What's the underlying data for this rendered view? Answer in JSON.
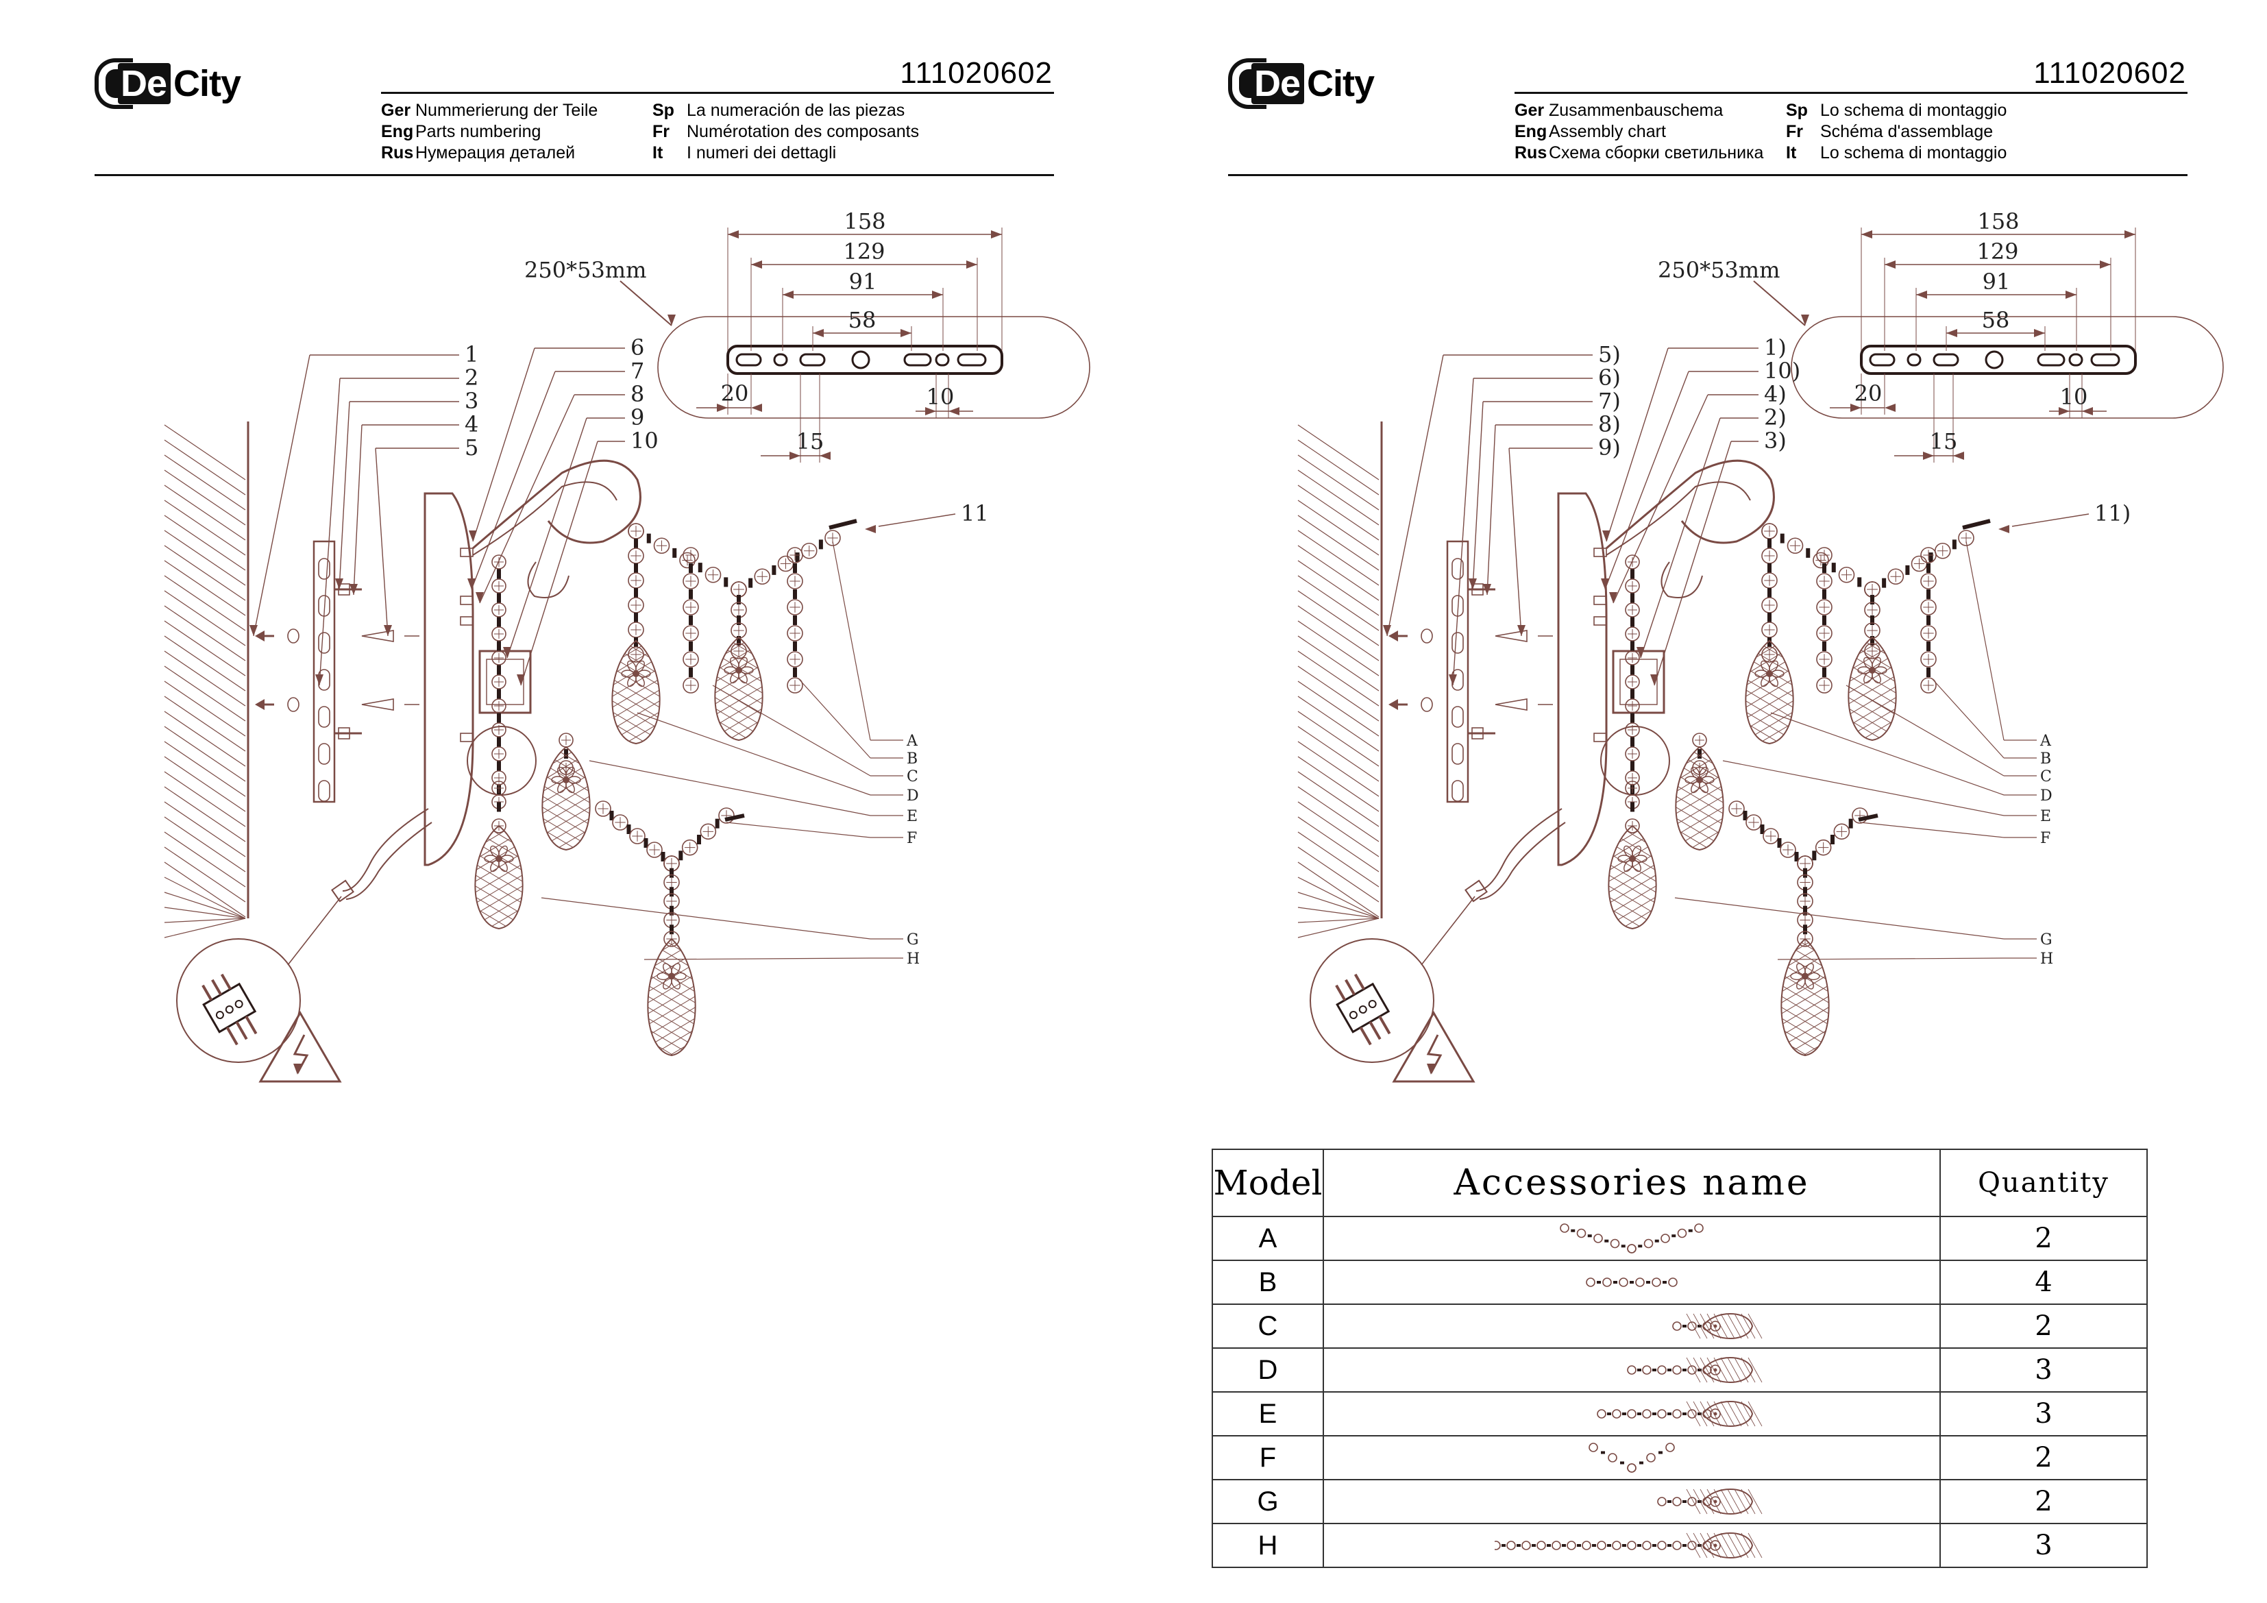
{
  "pages": [
    {
      "brand": "De City",
      "brand_de": "De",
      "brand_city": "City",
      "code": "111020602",
      "lines_left": [
        {
          "lang": "Ger",
          "text": "Nummerierung der Teile"
        },
        {
          "lang": "Eng",
          "text": "Parts numbering"
        },
        {
          "lang": "Rus",
          "text": "Нумерация деталей"
        }
      ],
      "lines_right": [
        {
          "lang": "Sp",
          "text": "La numeración de las piezas"
        },
        {
          "lang": "Fr",
          "text": "Numérotation des composants"
        },
        {
          "lang": "It",
          "text": "I numeri dei dettagli"
        }
      ],
      "callouts": [
        "1",
        "2",
        "3",
        "4",
        "5",
        "6",
        "7",
        "8",
        "9",
        "10",
        "11"
      ]
    },
    {
      "brand": "De City",
      "brand_de": "De",
      "brand_city": "City",
      "code": "111020602",
      "lines_left": [
        {
          "lang": "Ger",
          "text": "Zusammenbauschema"
        },
        {
          "lang": "Eng",
          "text": "Assembly chart"
        },
        {
          "lang": "Rus",
          "text": "Схема сборки светильника"
        }
      ],
      "lines_right": [
        {
          "lang": "Sp",
          "text": "Lo schema di montaggio"
        },
        {
          "lang": "Fr",
          "text": "Schéma d'assemblage"
        },
        {
          "lang": "It",
          "text": "Lo schema di montaggio"
        }
      ],
      "callouts": [
        "5)",
        "6)",
        "7)",
        "8)",
        "9)",
        "1)",
        "10)",
        "4)",
        "2)",
        "3)",
        "11)"
      ]
    }
  ],
  "plate": {
    "size": "250*53mm",
    "dims": [
      "158",
      "129",
      "91",
      "58",
      "20",
      "10",
      "15"
    ]
  },
  "letters": [
    "A",
    "B",
    "C",
    "D",
    "E",
    "F",
    "G",
    "H"
  ],
  "table": {
    "headers": {
      "model": "Model",
      "name": "Accessories name",
      "qty": "Quantity"
    },
    "rows": [
      {
        "model": "A",
        "qty": "2",
        "icon": "v-chain-icon"
      },
      {
        "model": "B",
        "qty": "4",
        "icon": "short-chain-icon"
      },
      {
        "model": "C",
        "qty": "2",
        "icon": "drop-crystal-short-icon"
      },
      {
        "model": "D",
        "qty": "3",
        "icon": "drop-crystal-medium-icon"
      },
      {
        "model": "E",
        "qty": "3",
        "icon": "drop-crystal-long-icon"
      },
      {
        "model": "F",
        "qty": "2",
        "icon": "v-chain-small-icon"
      },
      {
        "model": "G",
        "qty": "2",
        "icon": "drop-crystal-short-icon"
      },
      {
        "model": "H",
        "qty": "3",
        "icon": "drop-crystal-xlong-icon"
      }
    ]
  },
  "colors": {
    "ink": "#111111",
    "drawing": "#7a4a44",
    "table_border": "#333333"
  }
}
